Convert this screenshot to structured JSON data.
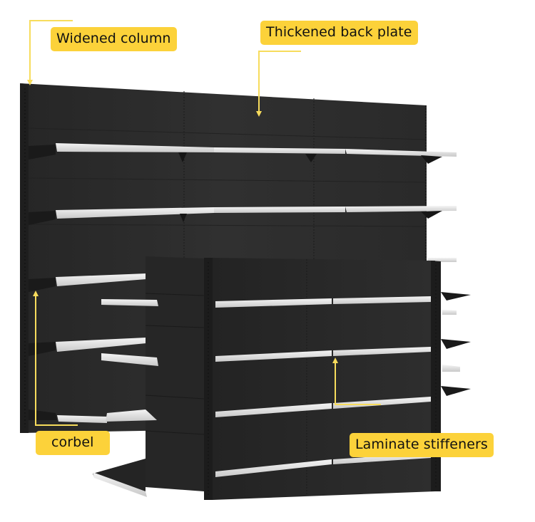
{
  "image": {
    "subject": "supermarket-gondola-shelving",
    "background_color": "#ffffff",
    "shelf_body_color": "#2b2b2b",
    "shelf_edge_color": "#e9e9e9",
    "annotation_color": "#fcd23a",
    "annotation_line_color": "#f7dc5c"
  },
  "annotations": [
    {
      "id": "widened-column",
      "text": "Widened column"
    },
    {
      "id": "thickened-back-plate",
      "text": "Thickened back plate"
    },
    {
      "id": "corbel",
      "text": "corbel"
    },
    {
      "id": "laminate-stiffeners",
      "text": "Laminate stiffeners"
    }
  ]
}
